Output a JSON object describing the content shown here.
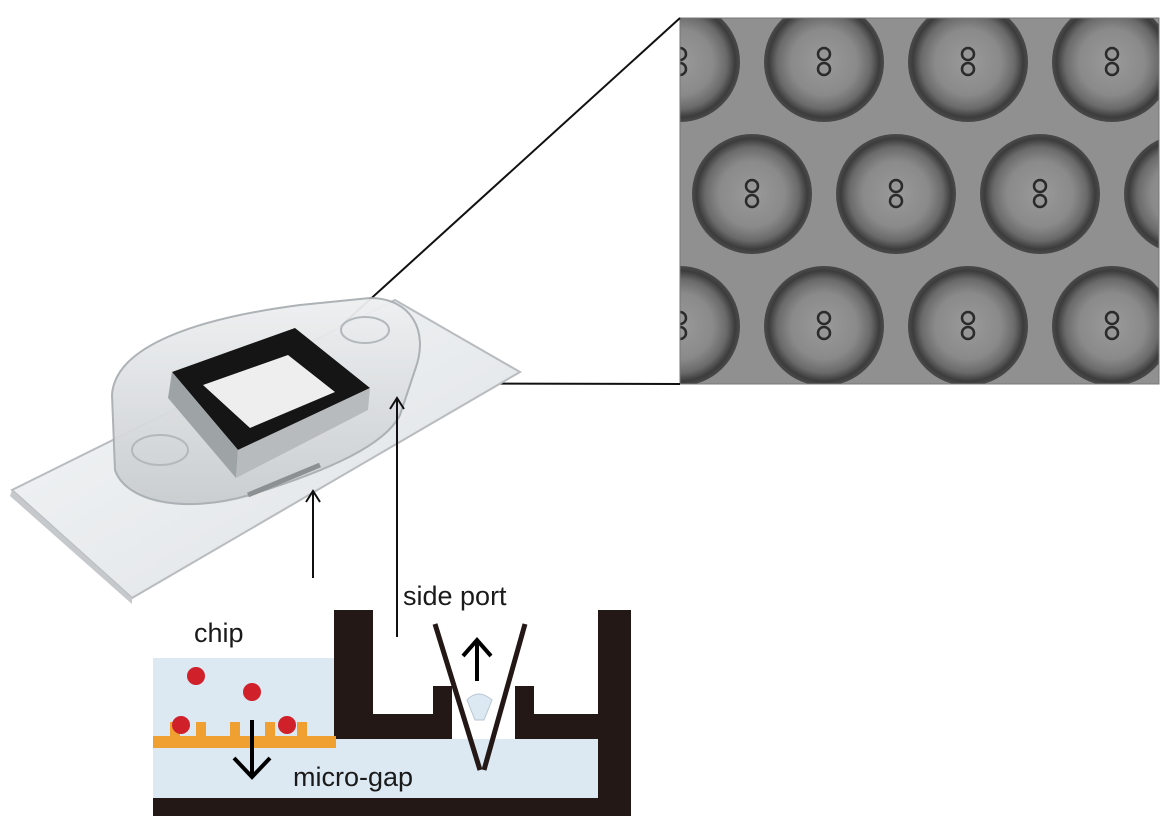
{
  "labels": {
    "chip": "chip",
    "side_port": "side port",
    "micro_gap": "micro-gap"
  },
  "colors": {
    "device_wall": "#231815",
    "liquid": "#dce8f2",
    "filter_membrane": "#f0a030",
    "cell": "#d0202a",
    "connector_line": "#111111",
    "micrograph_background": "#8c8c8c"
  },
  "icons": [
    "up-arrow-icon",
    "down-arrow-icon"
  ]
}
